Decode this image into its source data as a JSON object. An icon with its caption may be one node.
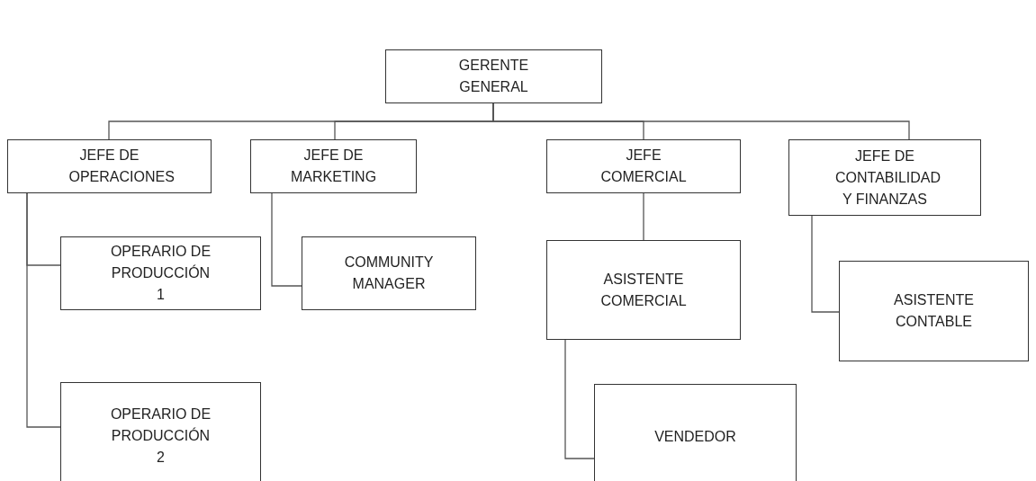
{
  "diagram": {
    "nodes": [
      {
        "text": [
          "GERENTE GENERAL"
        ]
      },
      {
        "text": [
          "JEFE DE OPERACIONES"
        ]
      },
      {
        "text": [
          "JEFE DE MARKETING"
        ]
      },
      {
        "text": [
          "JEFE COMERCIAL"
        ]
      },
      {
        "text": [
          "JEFE DE CONTABILIDAD Y FINANZAS"
        ]
      },
      {
        "text": [
          "OPERARIO DE PRODUCCIÓN 1"
        ]
      },
      {
        "text": [
          "COMMUNITY MANAGER"
        ]
      },
      {
        "text": [
          "ASISTENTE COMERCIAL"
        ]
      },
      {
        "text": [
          "ASISTENTE CONTABLE"
        ]
      },
      {
        "text": [
          "OPERARIO DE PRODUCCIÓN 2"
        ]
      },
      {
        "text": [
          "VENDEDOR"
        ]
      }
    ],
    "edges": [
      {
        "from": 0,
        "to": 1,
        "arrow": "none"
      },
      {
        "from": 0,
        "to": 2,
        "arrow": "none"
      },
      {
        "from": 0,
        "to": 3,
        "arrow": "none"
      },
      {
        "from": 0,
        "to": 4,
        "arrow": "none"
      },
      {
        "from": 1,
        "to": 5,
        "arrow": "none"
      },
      {
        "from": 1,
        "to": 9,
        "arrow": "none"
      },
      {
        "from": 2,
        "to": 6,
        "arrow": "none"
      },
      {
        "from": 3,
        "to": 7,
        "arrow": "none"
      },
      {
        "from": 7,
        "to": 10,
        "arrow": "none"
      },
      {
        "from": 4,
        "to": 8,
        "arrow": "none"
      }
    ]
  }
}
